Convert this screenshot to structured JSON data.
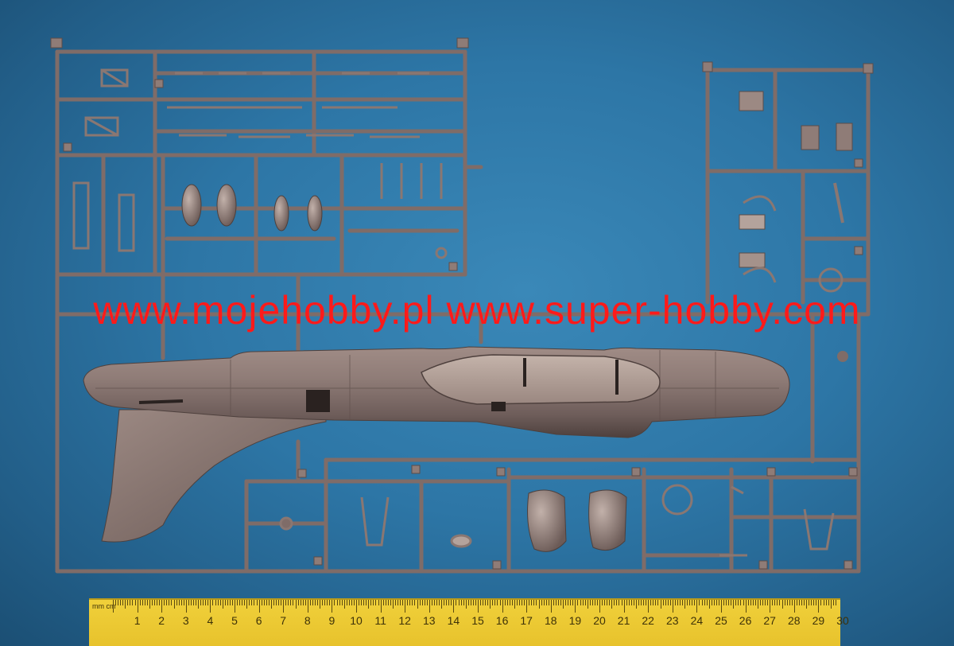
{
  "watermark": {
    "text_1": "www.mojehobby.pl",
    "text_2": "www.super-hobby.com",
    "color": "#ff1a1a"
  },
  "ruler": {
    "unit_label": "mm cm",
    "numbers": [
      "1",
      "2",
      "3",
      "4",
      "5",
      "6",
      "7",
      "8",
      "9",
      "10",
      "11",
      "12",
      "13",
      "14",
      "15",
      "16",
      "17",
      "18",
      "19",
      "20",
      "21",
      "22",
      "23",
      "24",
      "25",
      "26",
      "27",
      "28",
      "29",
      "30"
    ],
    "color": "#e8c430"
  },
  "colors": {
    "background": "#2d76a6",
    "plastic": "#8d7a75",
    "plastic_highlight": "#b4a39c",
    "plastic_shadow": "#5c4c48"
  }
}
